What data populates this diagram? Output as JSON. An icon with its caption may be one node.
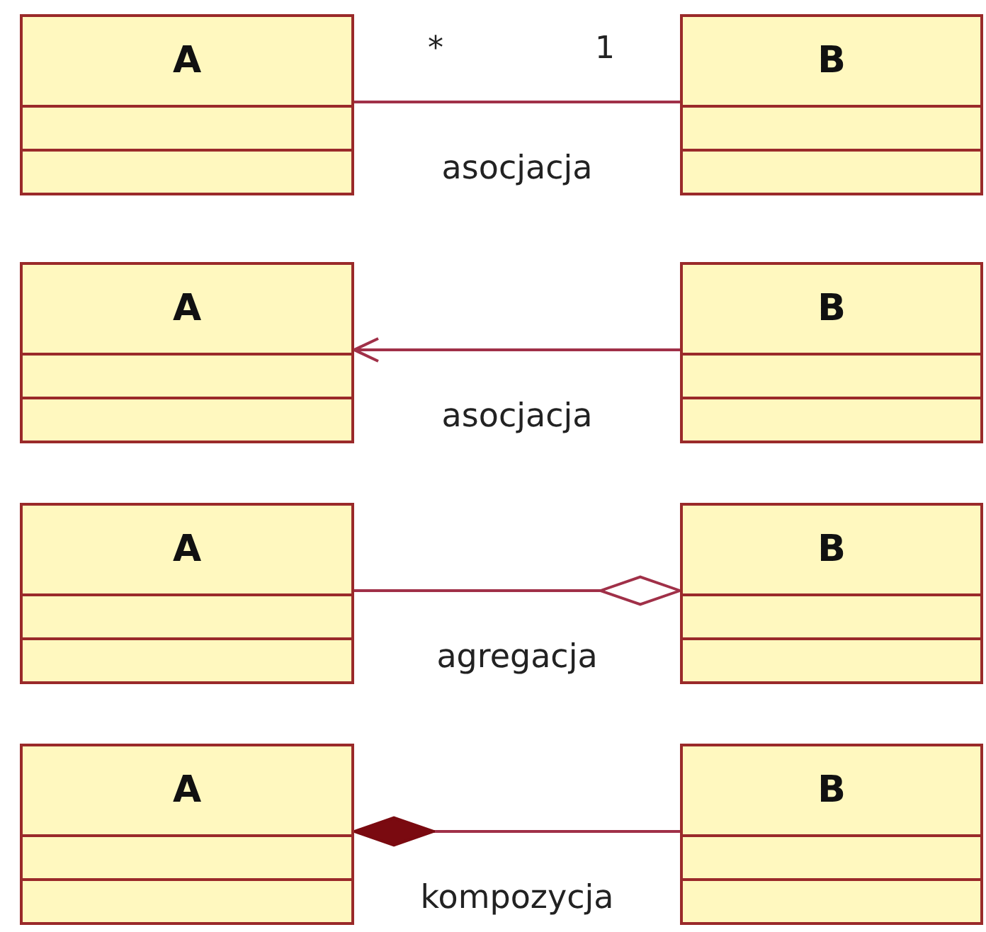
{
  "diagram": {
    "nodes": [
      {
        "text": [
          "A"
        ]
      },
      {
        "text": [
          "B"
        ]
      },
      {
        "text": [
          "A"
        ]
      },
      {
        "text": [
          "B"
        ]
      },
      {
        "text": [
          "A"
        ]
      },
      {
        "text": [
          "B"
        ]
      },
      {
        "text": [
          "A"
        ]
      },
      {
        "text": [
          "B"
        ]
      }
    ],
    "edges": [
      {
        "from": 0,
        "to": 1,
        "arrow": "none",
        "label": "asocjacja"
      },
      {
        "from": 3,
        "to": 2,
        "arrow": "to",
        "label": "asocjacja"
      },
      {
        "from": 4,
        "to": 5,
        "arrow": "other",
        "label": "agregacja"
      },
      {
        "from": 7,
        "to": 6,
        "arrow": "other",
        "label": "kompozycja"
      }
    ],
    "labels": [
      "*",
      "1"
    ]
  }
}
